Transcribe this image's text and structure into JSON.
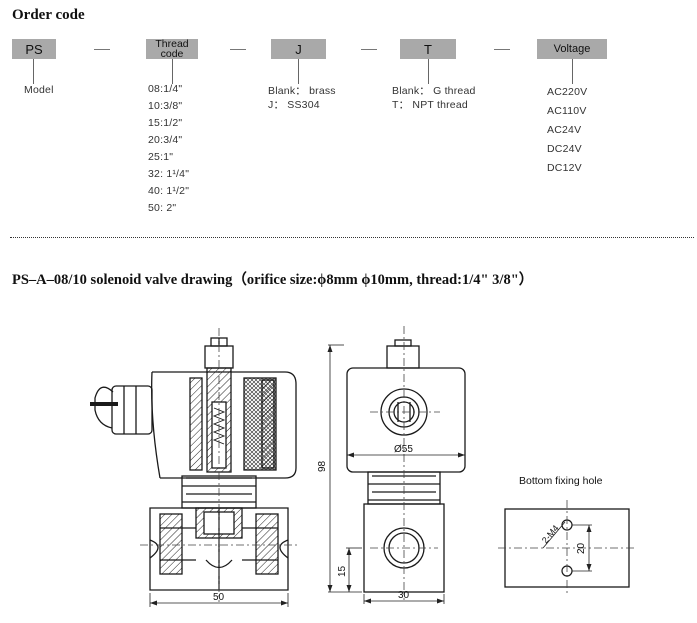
{
  "order_code": {
    "heading": "Order code",
    "model_box": "PS",
    "thread_box_line1": "Thread",
    "thread_box_line2": "code",
    "material_box": "J",
    "thread_type_box": "T",
    "voltage_box": "Voltage",
    "model_label": "Model",
    "thread_codes": [
      "08:1/4\"",
      "10:3/8\"",
      "15:1/2\"",
      "20:3/4\"",
      "25:1\"",
      "32: 1¹/4\"",
      "40: 1¹/2\"",
      "50: 2\""
    ],
    "material_options": [
      "Blank： brass",
      "J： SS304"
    ],
    "thread_type_options": [
      "Blank： G thread",
      "T： NPT thread"
    ],
    "voltages": [
      "AC220V",
      "AC110V",
      "AC24V",
      "DC24V",
      "DC12V"
    ]
  },
  "drawing": {
    "title": "PS–A–08/10 solenoid valve drawing（orifice size:ϕ8mm  ϕ10mm, thread:1/4\"  3/8\"）",
    "bottom_label": "Bottom fixing hole",
    "dim_width_side": "50",
    "dim_height": "98",
    "dim_coil": "Ø55",
    "dim_base_height": "15",
    "dim_body_width": "30",
    "dim_hole_spacing": "20",
    "dim_hole_size": "2-M4"
  },
  "colors": {
    "box_fill": "#a9a9a9",
    "line": "#1a1a1a"
  }
}
